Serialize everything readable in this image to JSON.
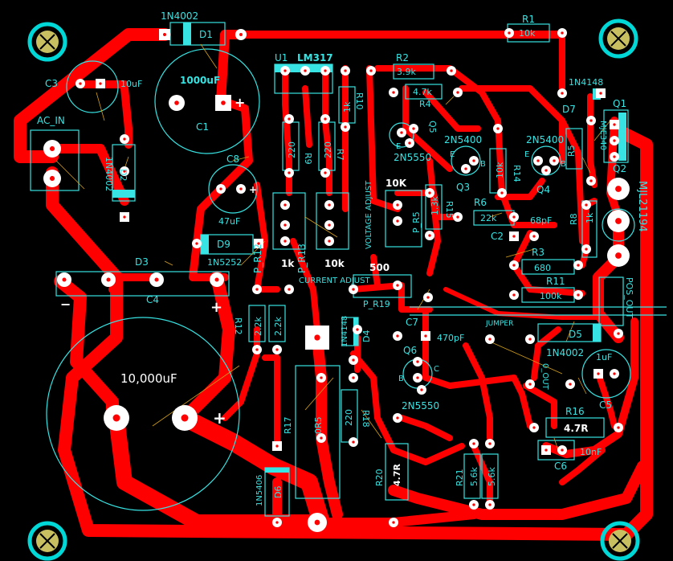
{
  "labels": {
    "d1": "D1",
    "d1_part": "1N4002",
    "u1": "U1",
    "lm317": "LM317",
    "r1": "R1",
    "r1_val": "10k",
    "r2": "R2",
    "r2_val": "3.9k",
    "r4_val": "4.7k",
    "r4": "R4",
    "n4148_top": "1N4148",
    "d7": "D7",
    "q1": "Q1",
    "mje": "MJE340",
    "r5": "R5",
    "q2": "Q2",
    "mj21194": "MJL21194",
    "c3": "C3",
    "c3_val": "10uF",
    "c1_val": "1000uF",
    "c1": "C1",
    "acin": "AC_IN",
    "d2_part": "1N4002",
    "d2": "D2",
    "c8": "C8",
    "c8_val": "47uF",
    "d9": "D9",
    "d9_part": "1N5252",
    "r9_val": "220",
    "r9": "R9",
    "r7_val": "220",
    "r7": "R7",
    "r10_val": "1k",
    "r10": "R10",
    "q5": "Q5",
    "q5_part": "2N5550",
    "q3_part": "2N5400",
    "q3": "Q3",
    "q4_part": "2N5400",
    "q4": "Q4",
    "r14_val": "10k",
    "r14": "R14",
    "r15": "R15",
    "r15_val": "1.3k",
    "r6": "R6",
    "r6_val": "22k",
    "c2_val": "68pF",
    "c2": "C2",
    "r3": "R3",
    "r3_val": "680",
    "r8": "R8",
    "r8_val": "1k",
    "r11": "R11",
    "r11_val": "100k",
    "pos_out": "POS_OUT",
    "p_r12": "P_R12",
    "p_r13": "P_R13",
    "p_r12_val": "1k",
    "p_r13_val": "10k",
    "voltage_adjust": "VOLTAGE ADJUST",
    "p_r5": "P_R5",
    "p_r5_val": "10K",
    "d3": "D3",
    "c4": "C4",
    "current_adjust": "CURRENT ADJUST",
    "p_r19": "P_R19",
    "p_r19_val": "500",
    "r12": "R12",
    "r12_val": "2.2k",
    "r12b_val": "2.2k",
    "d4_part": "1N4148",
    "d4": "D4",
    "c7": "C7",
    "c7_val": "470pF",
    "jumper": "JUMPER",
    "d5": "D5",
    "d5_part": "1N4002",
    "q6": "Q6",
    "q6_part": "2N5550",
    "c5_val": "1uF",
    "c5": "C5",
    "big_cap": "10,000uF",
    "r17": "R17",
    "r17_val": "0R5",
    "r18_val": "220",
    "r18": "R18",
    "r16": "R16",
    "r16_val": "4.7R",
    "c6_val": "10nF",
    "c6": "C6",
    "d6": "D6",
    "d6_part": "1N5406",
    "r20": "R20",
    "r20_val": "4.7R",
    "r21": "R21",
    "r21a_val": "5.6k",
    "r21b_val": "5.6k",
    "out_label": "0_OUT",
    "e": "E",
    "b": "B",
    "c": "C",
    "minus": "−",
    "plus": "+"
  },
  "colors": {
    "background": "#000000",
    "copper": "#ff0000",
    "silkscreen": "#37e3e3",
    "pad": "#ffffff",
    "drill": "#ff0000",
    "ratsnest": "#d4a017",
    "mounting": "#00d7d7"
  }
}
